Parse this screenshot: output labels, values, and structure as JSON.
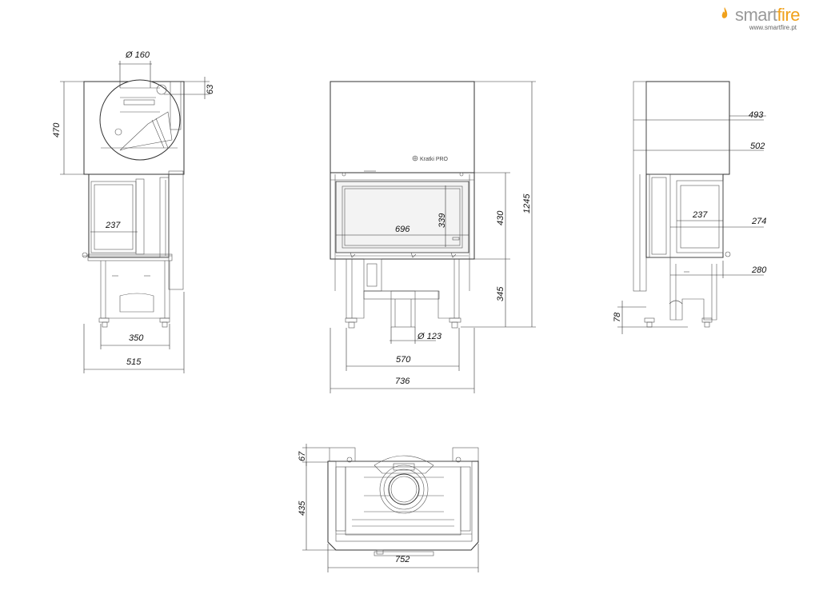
{
  "brand": {
    "name_part1": "smart",
    "name_part2": "fire",
    "url": "www.smartfire.pt",
    "accent_color": "#f0a11b",
    "text_color": "#9a9a9a"
  },
  "product_label": "Kratki PRO",
  "dimensions": {
    "side_left": {
      "flue_diameter": "Ø 160",
      "top_offset": "63",
      "upper_height": "470",
      "glass_width": "237",
      "feet_width": "350",
      "total_depth": "515"
    },
    "front": {
      "glass_height": "339",
      "glass_width": "696",
      "firebox_height": "430",
      "total_height": "1245",
      "base_height": "345",
      "air_diameter": "Ø 123",
      "feet_width": "570",
      "total_width": "736"
    },
    "side_right": {
      "depth_upper": "493",
      "depth_mid": "502",
      "glass_width": "237",
      "glass_offset": "274",
      "base_offset": "280",
      "foot_height": "78"
    },
    "top_view": {
      "front_offset": "67",
      "depth": "435",
      "width": "752"
    }
  }
}
